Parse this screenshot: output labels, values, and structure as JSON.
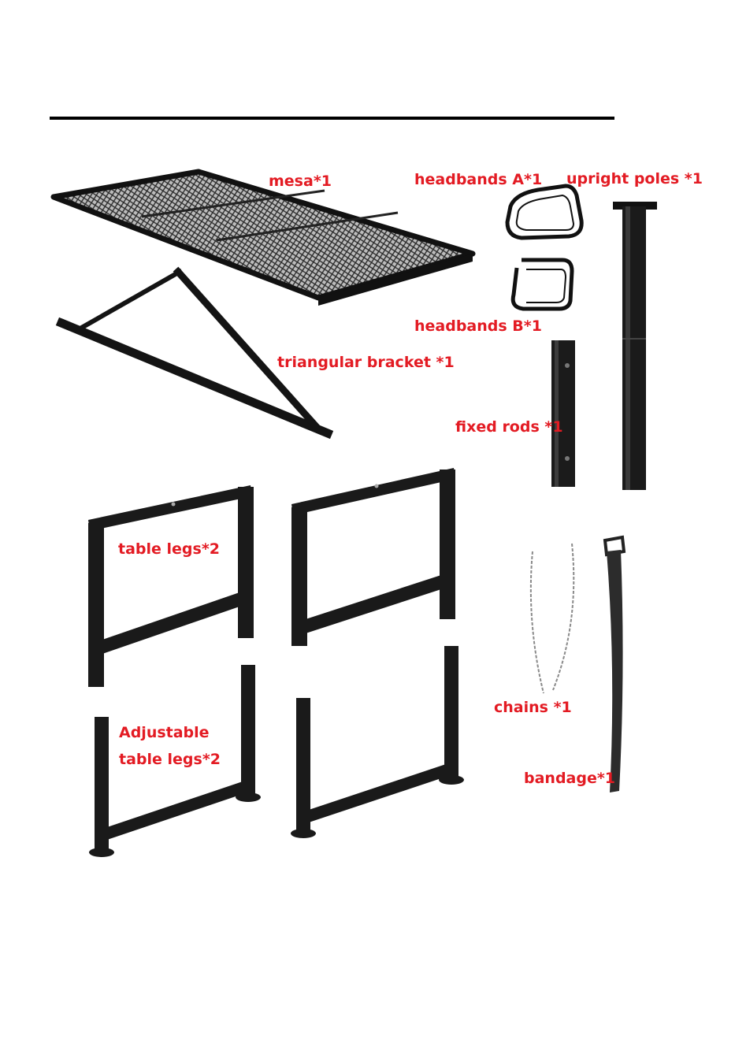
{
  "labels": {
    "mesa": "mesa*1",
    "headbands_a": "headbands A*1",
    "upright_poles": "upright poles *1",
    "headbands_b": "headbands B*1",
    "triangular_bracket": "triangular bracket *1",
    "fixed_rods": "fixed rods *1",
    "table_legs": "table legs*2",
    "chains": "chains *1",
    "adjustable_line1": "Adjustable",
    "adjustable_line2": "table legs*2",
    "bandage": "bandage*1"
  },
  "colors": {
    "label": "#e31b23",
    "metal": "#1a1a1a",
    "rule": "#000000"
  }
}
